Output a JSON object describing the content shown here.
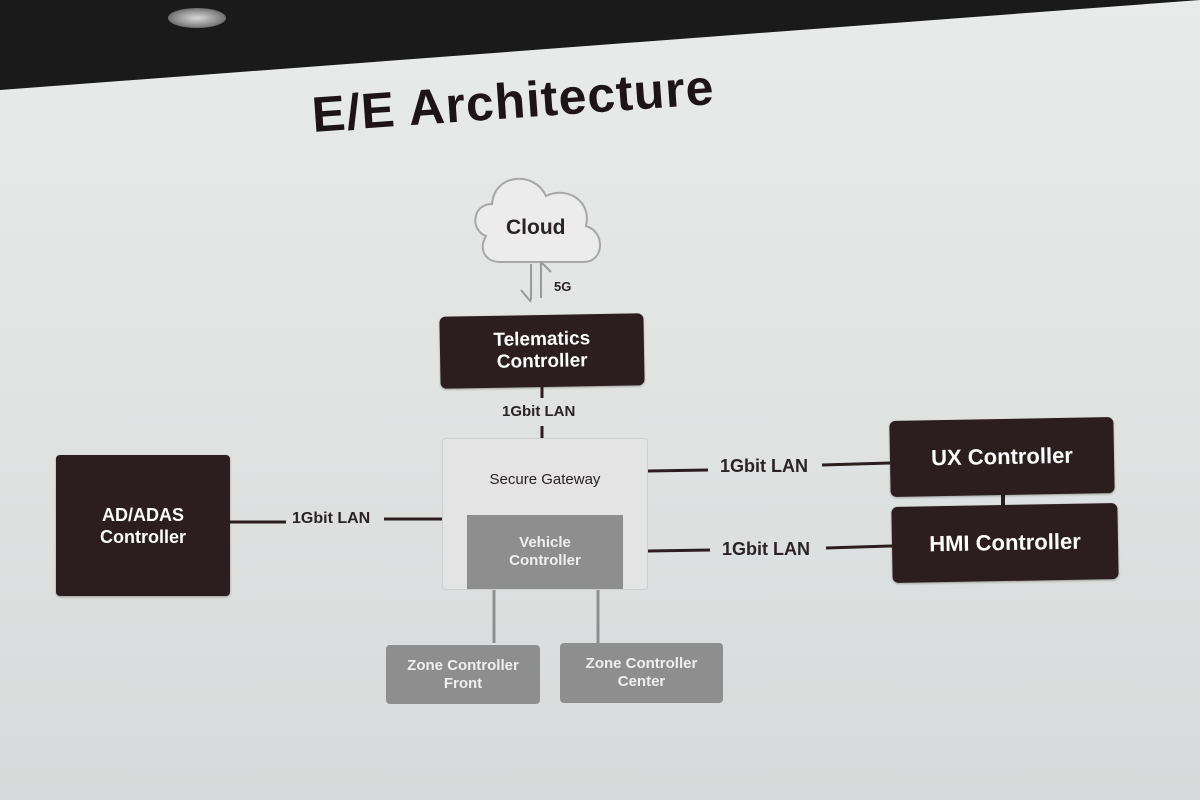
{
  "title": "E/E Architecture",
  "cloud": {
    "label": "Cloud",
    "link": "5G"
  },
  "telematics": {
    "line1": "Telematics",
    "line2": "Controller"
  },
  "gateway": {
    "label": "Secure Gateway"
  },
  "vehicle": {
    "line1": "Vehicle",
    "line2": "Controller"
  },
  "adas": {
    "line1": "AD/ADAS",
    "line2": "Controller"
  },
  "ux": {
    "label": "UX Controller"
  },
  "hmi": {
    "label": "HMI Controller"
  },
  "zone_front": {
    "line1": "Zone Controller",
    "line2": "Front"
  },
  "zone_center": {
    "line1": "Zone Controller",
    "line2": "Center"
  },
  "links": {
    "telematics_gateway": "1Gbit LAN",
    "adas_gateway": "1Gbit LAN",
    "gateway_ux": "1Gbit LAN",
    "gateway_hmi": "1Gbit LAN"
  },
  "colors": {
    "dark_box": "#2c1e1f",
    "gray_box": "#8e8e8e",
    "gateway_bg": "#e4e4e4",
    "line": "#2c1e1f"
  }
}
